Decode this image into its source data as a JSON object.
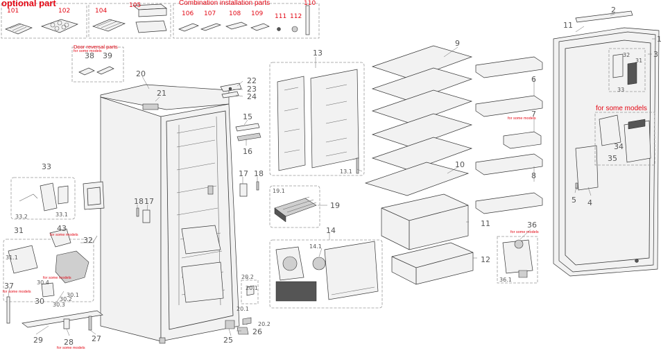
{
  "headers": {
    "optional_part": "optional part",
    "combination_parts": "Combination installation parts",
    "door_reversal": "Door reversal parts",
    "for_some_models": "for some models",
    "for_some_models_big": "for some models"
  },
  "callouts": {
    "c101": "101",
    "c102": "102",
    "c104": "104",
    "c105": "105",
    "c106": "106",
    "c107": "107",
    "c108": "108",
    "c109": "109",
    "c111": "111",
    "c112": "112",
    "c110": "110",
    "c38": "38",
    "c39": "39",
    "c1": "1",
    "c2": "2",
    "c3": "3",
    "c4": "4",
    "c5": "5",
    "c6": "6",
    "c7": "7",
    "c8": "8",
    "c9": "9",
    "c10": "10",
    "c11": "11",
    "c11b": "11",
    "c12": "12",
    "c13": "13",
    "c13_1": "13.1",
    "c14": "14",
    "c14_1": "14.1",
    "c15": "15",
    "c16": "16",
    "c17": "17",
    "c17b": "17",
    "c18": "18",
    "c18b": "18",
    "c19": "19",
    "c19_1": "19.1",
    "c20": "20",
    "c20_1": "20.1",
    "c20_2": "20.2",
    "c20_2b": "20.2",
    "c21": "21",
    "c22": "22",
    "c23": "23",
    "c24": "24",
    "c25": "25",
    "c26": "26",
    "c27": "27",
    "c28": "28",
    "c29": "29",
    "c30": "30",
    "c30_1": "30.1",
    "c30_2": "30.2",
    "c30_3": "30.3",
    "c30_4": "30.4",
    "c31": "31",
    "c31_1": "31.1",
    "c32": "32",
    "c32b": "32",
    "c33": "33",
    "c33_1": "33.1",
    "c33_2": "33.2",
    "c33b": "33",
    "c31b": "31",
    "c34": "34",
    "c35": "35",
    "c36": "36",
    "c36_1": "36.1",
    "c37": "37",
    "c43": "43"
  },
  "notes": {
    "n7": "for some models",
    "n36": "for some models",
    "n43": "for some models",
    "n37": "for some models",
    "n28": "for some models",
    "n30_4": "for some models"
  }
}
